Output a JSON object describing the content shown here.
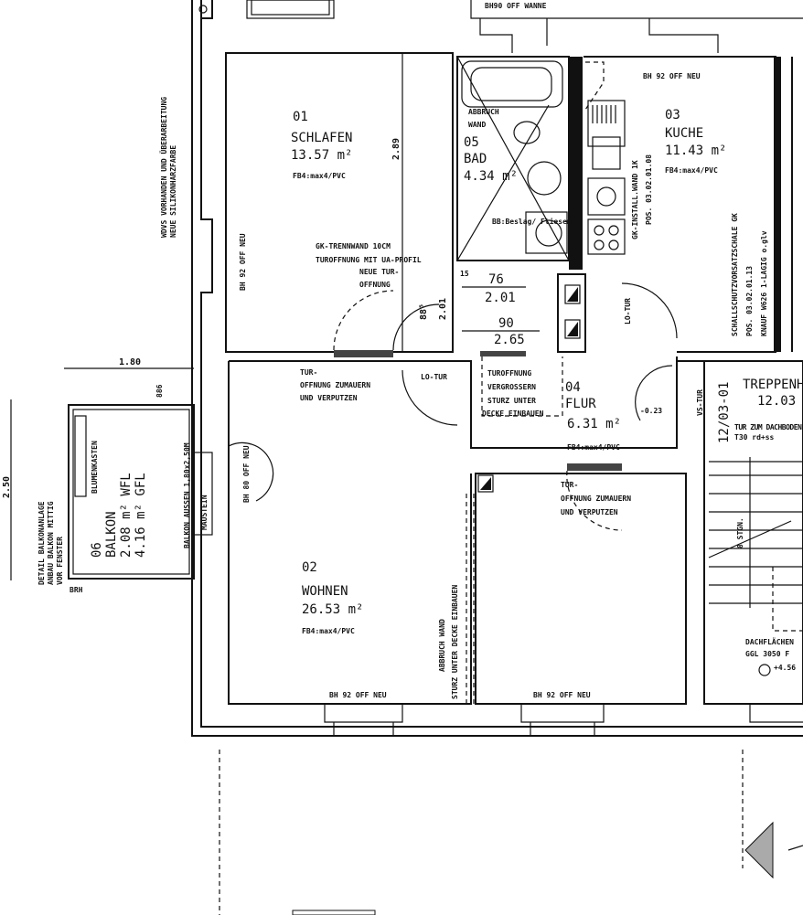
{
  "rooms": {
    "schlafen": {
      "number": "01",
      "name": "SCHLAFEN",
      "area": "13.57 m²",
      "floor": "FB4:max4/PVC"
    },
    "wohnen": {
      "number": "02",
      "name": "WOHNEN",
      "area": "26.53 m²",
      "floor": "FB4:max4/PVC"
    },
    "kueche": {
      "number": "03",
      "name": "KUCHE",
      "area": "11.43 m²",
      "floor": "FB4:max4/PVC"
    },
    "flur": {
      "number": "04",
      "name": "FLUR",
      "area": "6.31 m²",
      "floor": "FB4:max4/PVC"
    },
    "bad": {
      "number": "05",
      "name": "BAD",
      "area": "4.34 m²"
    },
    "balkon": {
      "number": "06",
      "name": "BALKON",
      "area_wfl": "2.08 m² WFL",
      "area_gfl": "4.16 m² GFL"
    },
    "treppenhaus": {
      "name": "TREPPENH",
      "number": "12.03",
      "code": "12/03-01"
    }
  },
  "notes": {
    "wdvs": "WDVS VORHANDEN UND ÜBERARBEITUNG",
    "wdvs2": "NEUE SILIKONHARZFARBE",
    "gk_trennwand": "GK-TRENNWAND 10CM",
    "turoffnung_profil": "TUROFFNUNG MIT UA-PROFIL",
    "neue_tur": "NEUE TUR-",
    "offnung": "OFFNUNG",
    "tur_zumauern_1a": "TUR-",
    "tur_zumauern_1b": "OFFNUNG ZUMAUERN",
    "tur_zumauern_1c": "UND VERPUTZEN",
    "tur_zumauern_2a": "TUR-",
    "tur_zumauern_2b": "OFFNUNG ZUMAUERN",
    "tur_zumauern_2c": "UND VERPUTZEN",
    "vergroessern_a": "TUROFFNUNG",
    "vergroessern_b": "VERGROSSERN",
    "vergroessern_c": "STURZ UNTER",
    "vergroessern_d": "DECKE EINBAUEN",
    "abbruch_wand_bad_a": "ABBRUCH",
    "abbruch_wand_bad_b": "WAND",
    "abbruch_wohnen_a": "ABBRUCH WAND",
    "abbruch_wohnen_b": "STURZ UNTER DECKE EINBAUEN",
    "gk_install": "GK-INSTALL.WAND 1K",
    "pos_install": "POS. 03.02.01.08",
    "schallschutz": "SCHALLSCHUTZVORSATZSCHALE GK",
    "pos_schall": "POS. 03.02.01.13",
    "knauf": "KNAUF W626 1-LAGIG o.glv",
    "lo_tur_1": "LO-TUR",
    "lo_tur_2": "LO-TUR",
    "vs_tur": "VS-TUR",
    "bh_schlafen": "BH 92 OFF NEU",
    "bh_kueche": "BH 92 OFF NEU",
    "bh_bad_top": "BH90 OFF WANNE",
    "bh_wohnen_door": "BH 80 OFF NEU",
    "bh_wohnen_1": "BH 92 OFF NEU",
    "bh_wohnen_2": "BH 92 OFF NEU",
    "fliesen": "BB:Beslag/ Fliesen",
    "blumenkasten": "BLUMENKASTEN",
    "balkon_aussen": "BALKON AUSSEN 1,80x2,50M",
    "mauerstein": "MAUSTEIN",
    "detail_a": "DETAIL BALKONANLAGE",
    "detail_b": "ANBAU BALKON MITTIG",
    "detail_c": "VOR FENSTER",
    "tur_dachboden_a": "TUR ZUM DACHBODEN",
    "tur_dachboden_b": "T30 rd+ss",
    "dachflaechen_a": "DACHFLÄCHEN",
    "dachflaechen_b": "GGL 3050 F",
    "stgn": "8 STGN.",
    "level": "+4.56",
    "flur_level": "-0.23",
    "brh": "BRH"
  },
  "dimensions": {
    "balkon_width": "1.80",
    "balkon_depth": "2.50",
    "schlafen_height": "2.89",
    "door_885": "88⁵",
    "door_201": "2.01",
    "d76": "76",
    "d201": "2.01",
    "d90": "90",
    "d265": "2.65",
    "d15": "15",
    "d86": "886"
  }
}
